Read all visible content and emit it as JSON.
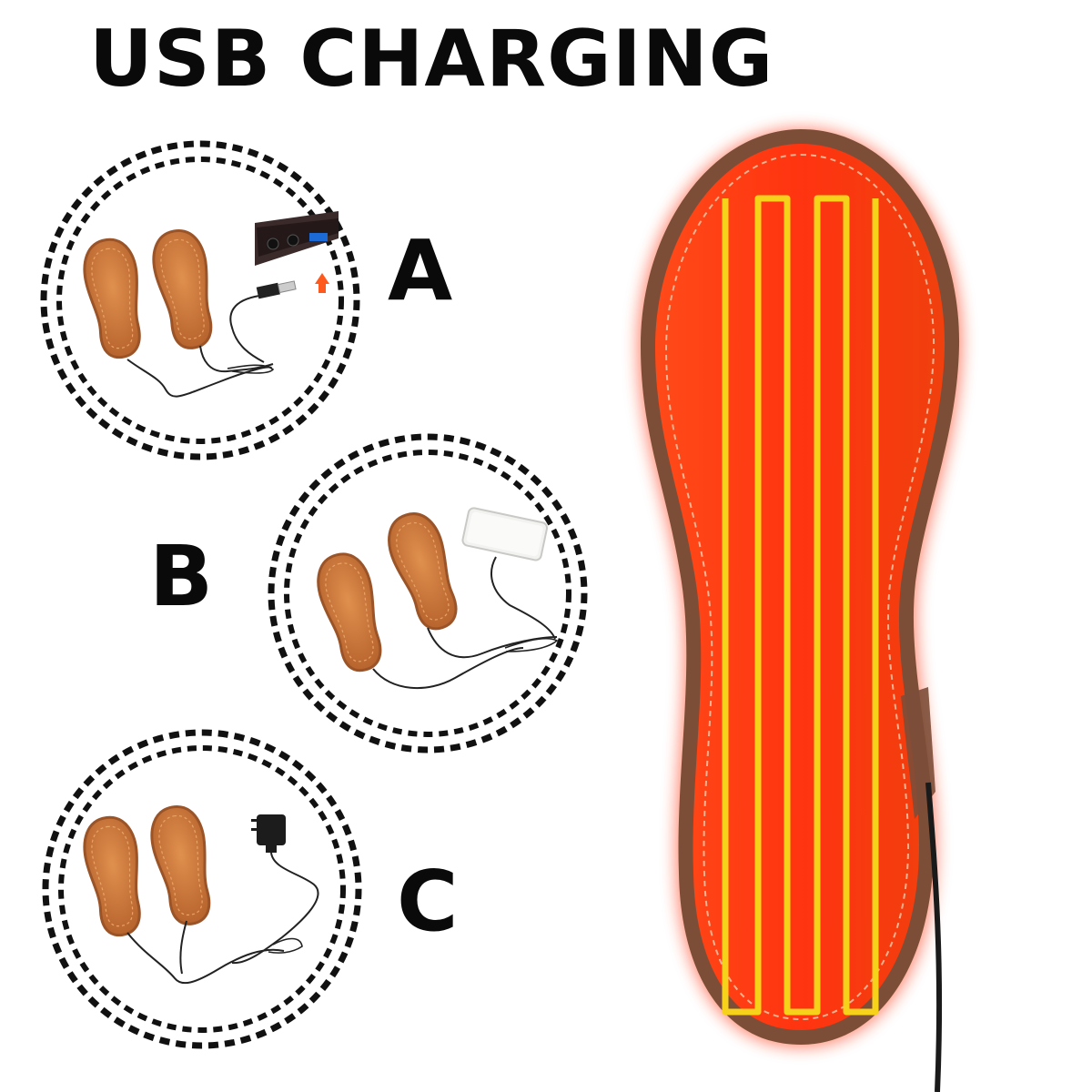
{
  "title": "USB CHARGING",
  "options": [
    {
      "letter": "A",
      "power_source": "laptop-usb-port"
    },
    {
      "letter": "B",
      "power_source": "power-bank"
    },
    {
      "letter": "C",
      "power_source": "wall-adapter"
    }
  ],
  "colors": {
    "insole_glow": "#ff3a10",
    "insole_edge": "#8a5a42",
    "heating_wire": "#f7d21a",
    "small_insole": "#c8743a",
    "dash": "#111111"
  }
}
